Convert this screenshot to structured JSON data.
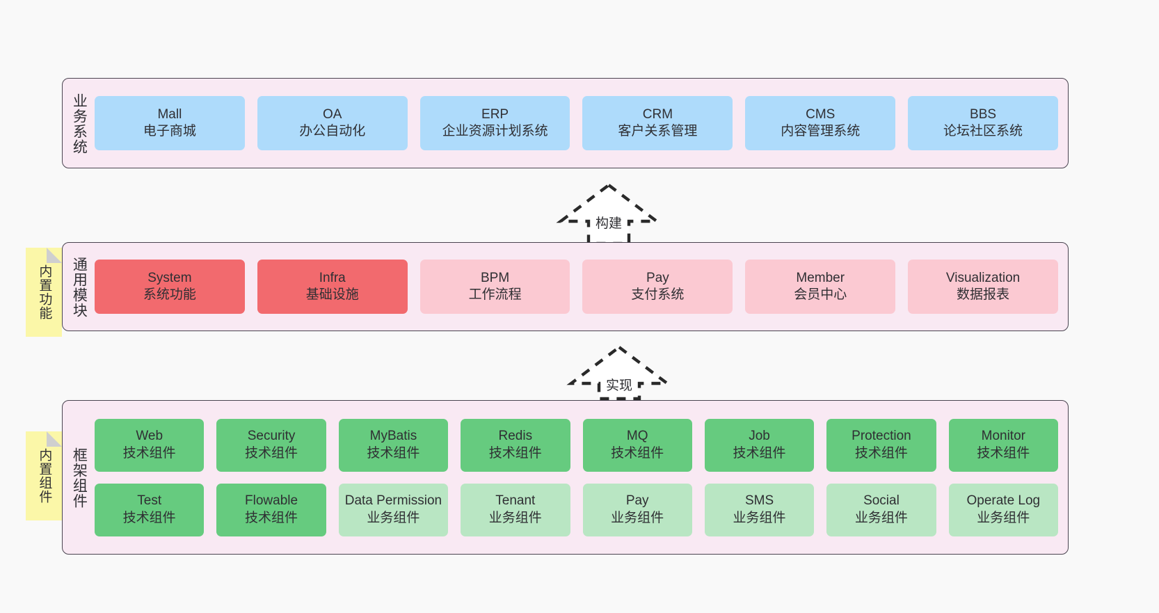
{
  "diagram": {
    "background_color": "#f9f9f9",
    "panel_color": "#f9e9f3",
    "panel_border_color": "#4a4450",
    "sticky_color": "#fbf7a8"
  },
  "layers": [
    {
      "id": "business-systems",
      "title": "业务系统",
      "rows": [
        {
          "cards": [
            {
              "name": "Mall",
              "sub": "电子商城",
              "color": "#aedbfb",
              "variant": "c-blue"
            },
            {
              "name": "OA",
              "sub": "办公自动化",
              "color": "#aedbfb",
              "variant": "c-blue"
            },
            {
              "name": "ERP",
              "sub": "企业资源计划系统",
              "color": "#aedbfb",
              "variant": "c-blue"
            },
            {
              "name": "CRM",
              "sub": "客户关系管理",
              "color": "#aedbfb",
              "variant": "c-blue"
            },
            {
              "name": "CMS",
              "sub": "内容管理系统",
              "color": "#aedbfb",
              "variant": "c-blue"
            },
            {
              "name": "BBS",
              "sub": "论坛社区系统",
              "color": "#aedbfb",
              "variant": "c-blue"
            }
          ]
        }
      ]
    },
    {
      "id": "common-modules",
      "title": "通用模块",
      "sticky": "内置功能",
      "rows": [
        {
          "cards": [
            {
              "name": "System",
              "sub": "系统功能",
              "color": "#f26a6e",
              "variant": "c-red"
            },
            {
              "name": "Infra",
              "sub": "基础设施",
              "color": "#f26a6e",
              "variant": "c-red"
            },
            {
              "name": "BPM",
              "sub": "工作流程",
              "color": "#fbc9d2",
              "variant": "c-pink"
            },
            {
              "name": "Pay",
              "sub": "支付系统",
              "color": "#fbc9d2",
              "variant": "c-pink"
            },
            {
              "name": "Member",
              "sub": "会员中心",
              "color": "#fbc9d2",
              "variant": "c-pink"
            },
            {
              "name": "Visualization",
              "sub": "数据报表",
              "color": "#fbc9d2",
              "variant": "c-pink"
            }
          ]
        }
      ]
    },
    {
      "id": "framework-components",
      "title": "框架组件",
      "sticky": "内置组件",
      "rows": [
        {
          "cards": [
            {
              "name": "Web",
              "sub": "技术组件",
              "color": "#66cb7f",
              "variant": "c-green"
            },
            {
              "name": "Security",
              "sub": "技术组件",
              "color": "#66cb7f",
              "variant": "c-green"
            },
            {
              "name": "MyBatis",
              "sub": "技术组件",
              "color": "#66cb7f",
              "variant": "c-green"
            },
            {
              "name": "Redis",
              "sub": "技术组件",
              "color": "#66cb7f",
              "variant": "c-green"
            },
            {
              "name": "MQ",
              "sub": "技术组件",
              "color": "#66cb7f",
              "variant": "c-green"
            },
            {
              "name": "Job",
              "sub": "技术组件",
              "color": "#66cb7f",
              "variant": "c-green"
            },
            {
              "name": "Protection",
              "sub": "技术组件",
              "color": "#66cb7f",
              "variant": "c-green"
            },
            {
              "name": "Monitor",
              "sub": "技术组件",
              "color": "#66cb7f",
              "variant": "c-green"
            }
          ]
        },
        {
          "cards": [
            {
              "name": "Test",
              "sub": "技术组件",
              "color": "#66cb7f",
              "variant": "c-green"
            },
            {
              "name": "Flowable",
              "sub": "技术组件",
              "color": "#66cb7f",
              "variant": "c-green"
            },
            {
              "name": "Data Permission",
              "sub": "业务组件",
              "color": "#b9e6c3",
              "variant": "c-greenlight"
            },
            {
              "name": "Tenant",
              "sub": "业务组件",
              "color": "#b9e6c3",
              "variant": "c-greenlight"
            },
            {
              "name": "Pay",
              "sub": "业务组件",
              "color": "#b9e6c3",
              "variant": "c-greenlight"
            },
            {
              "name": "SMS",
              "sub": "业务组件",
              "color": "#b9e6c3",
              "variant": "c-greenlight"
            },
            {
              "name": "Social",
              "sub": "业务组件",
              "color": "#b9e6c3",
              "variant": "c-greenlight"
            },
            {
              "name": "Operate Log",
              "sub": "业务组件",
              "color": "#b9e6c3",
              "variant": "c-greenlight"
            }
          ]
        }
      ]
    }
  ],
  "connectors": [
    {
      "id": "build",
      "label": "构建",
      "direction": "up",
      "style": "dashed-hollow-arrow"
    },
    {
      "id": "implement",
      "label": "实现",
      "direction": "up",
      "style": "dashed-hollow-arrow"
    }
  ]
}
